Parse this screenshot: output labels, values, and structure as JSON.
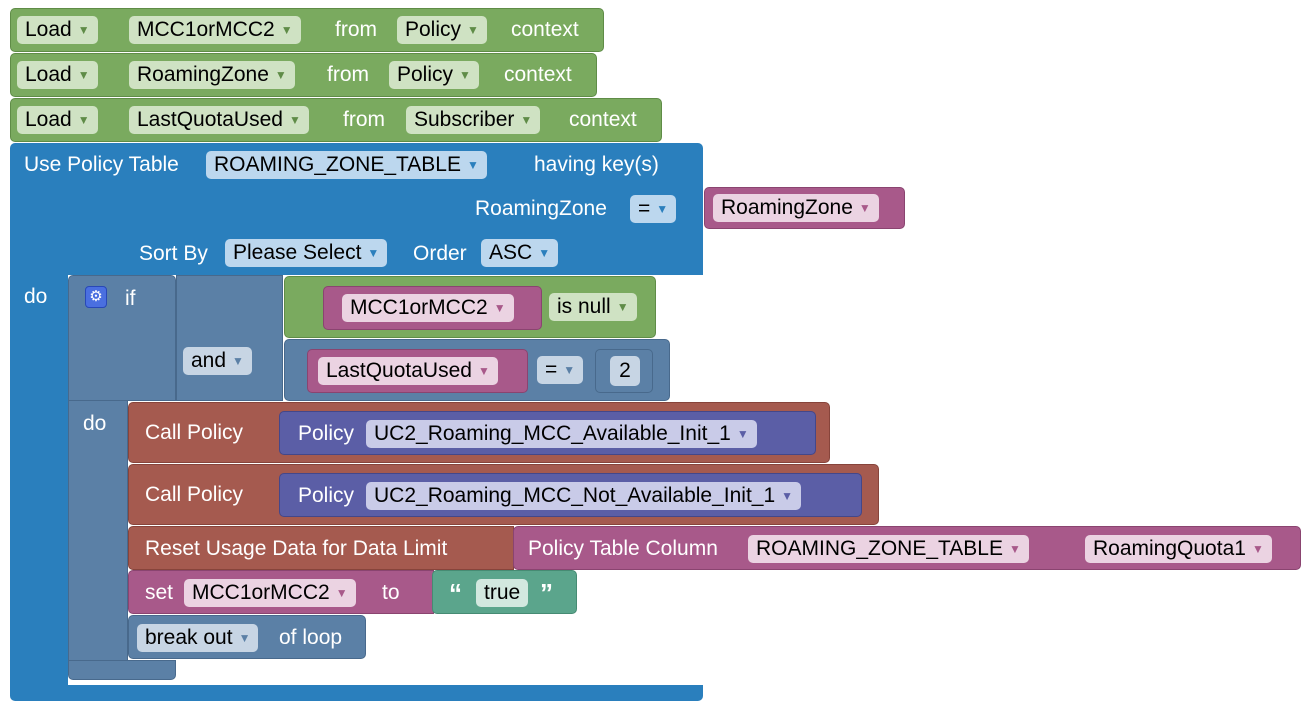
{
  "loads": [
    {
      "keyword": "Load",
      "variable": "MCC1orMCC2",
      "from": "from",
      "source": "Policy",
      "context": "context"
    },
    {
      "keyword": "Load",
      "variable": "RoamingZone",
      "from": "from",
      "source": "Policy",
      "context": "context"
    },
    {
      "keyword": "Load",
      "variable": "LastQuotaUsed",
      "from": "from",
      "source": "Subscriber",
      "context": "context"
    }
  ],
  "policy_table": {
    "label": "Use Policy Table",
    "table": "ROAMING_ZONE_TABLE",
    "having": "having key(s)",
    "key_name": "RoamingZone",
    "key_op": "=",
    "key_value": "RoamingZone",
    "sort_by": "Sort By",
    "sort_value": "Please Select",
    "order": "Order",
    "order_value": "ASC",
    "do": "do"
  },
  "if_block": {
    "gear": "⚙",
    "if": "if",
    "cond1_var": "MCC1orMCC2",
    "cond1_op": "is null",
    "logic": "and",
    "cond2_var": "LastQuotaUsed",
    "cond2_op": "=",
    "cond2_value": "2",
    "do": "do"
  },
  "calls": [
    {
      "label": "Call Policy",
      "policy": "Policy",
      "value": "UC2_Roaming_MCC_Available_Init_1"
    },
    {
      "label": "Call Policy",
      "policy": "Policy",
      "value": "UC2_Roaming_MCC_Not_Available_Init_1"
    }
  ],
  "reset": {
    "label": "Reset Usage Data for Data Limit",
    "column_label": "Policy Table Column",
    "table": "ROAMING_ZONE_TABLE",
    "column": "RoamingQuota1"
  },
  "set_block": {
    "label": "set",
    "variable": "MCC1orMCC2",
    "to": "to",
    "open_quote": "“",
    "value": "true",
    "close_quote": "”"
  },
  "break_block": {
    "value": "break out",
    "suffix": "of loop"
  },
  "colors": {
    "load_green": "#7aaa5f",
    "table_blue": "#2a7fbd",
    "logic_slate": "#5b80a6",
    "variable_purple": "#a8598a",
    "call_red": "#a55a4f",
    "policy_indigo": "#5b5ea6",
    "text_teal": "#5ba58c"
  }
}
